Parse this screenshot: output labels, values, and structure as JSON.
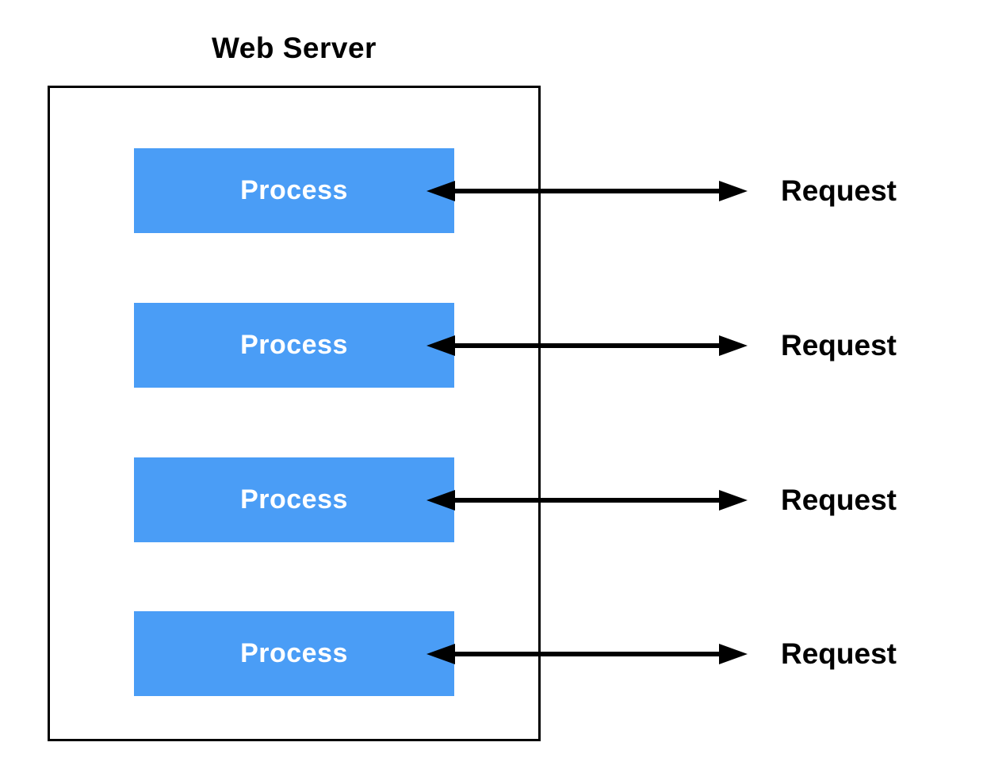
{
  "diagram": {
    "title": "Web Server",
    "type": "architecture-diagram",
    "colors": {
      "process_fill": "#4A9DF6",
      "process_text": "#FFFFFF",
      "arrow": "#000000",
      "border": "#000000",
      "background": "#FFFFFF",
      "label": "#000000"
    },
    "rows": [
      {
        "process_label": "Process",
        "request_label": "Request"
      },
      {
        "process_label": "Process",
        "request_label": "Request"
      },
      {
        "process_label": "Process",
        "request_label": "Request"
      },
      {
        "process_label": "Process",
        "request_label": "Request"
      }
    ]
  }
}
